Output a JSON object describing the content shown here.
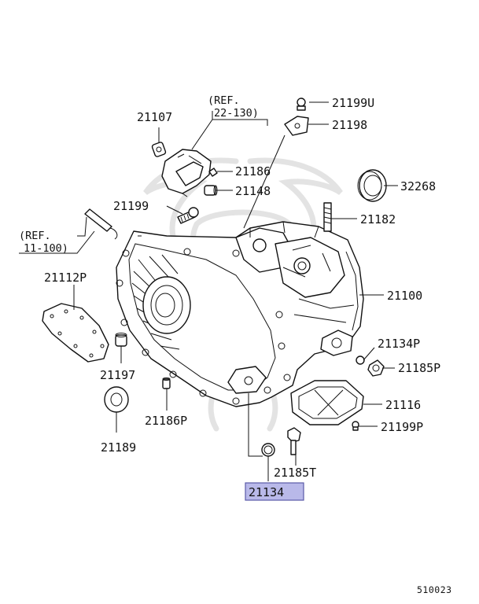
{
  "diagram": {
    "part_labels": {
      "p21107": "21107",
      "p21199U": "21199U",
      "p21198": "21198",
      "p21186": "21186",
      "p21148": "21148",
      "p32268": "32268",
      "p21199": "21199",
      "p21182": "21182",
      "p21112P": "21112P",
      "p21100": "21100",
      "p21134P": "21134P",
      "p21185P": "21185P",
      "p21197": "21197",
      "p21116": "21116",
      "p21186P": "21186P",
      "p21199P": "21199P",
      "p21189": "21189",
      "p21185T": "21185T",
      "p21134": "21134"
    },
    "references": {
      "ref_top_line1": "(REF.",
      "ref_top_line2": "22-130)",
      "ref_left_line1": "(REF.",
      "ref_left_line2": "11-100)"
    },
    "highlighted_part": "21134",
    "highlight_color": "#b9b9e9",
    "diagram_code": "510023"
  }
}
